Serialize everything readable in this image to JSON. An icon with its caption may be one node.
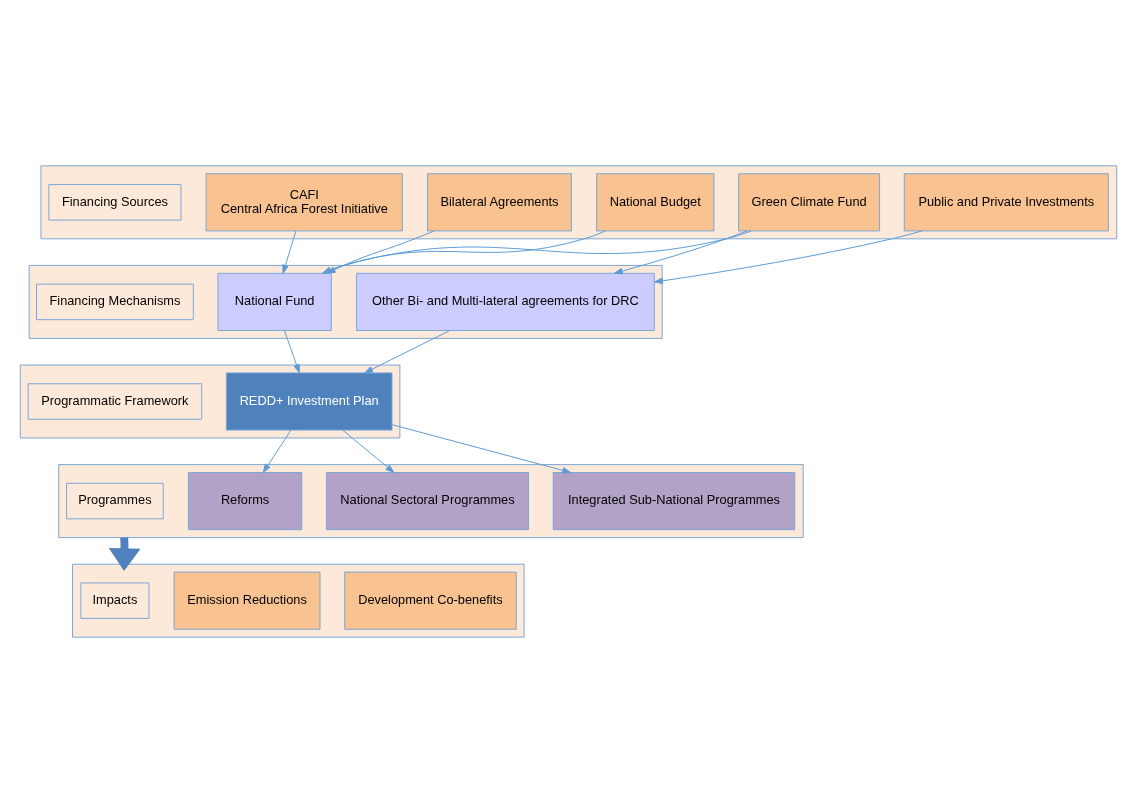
{
  "diagram": {
    "nodes": [
      {
        "text": [],
        "shape": "box"
      },
      {
        "text": [
          "Financing Sources"
        ],
        "in": 0
      },
      {
        "text": [
          "CAFI",
          "Central Africa Forest Initiative"
        ],
        "in": 0
      },
      {
        "text": [
          "Bilateral Agreements"
        ],
        "in": 0
      },
      {
        "text": [
          "National Budget"
        ],
        "in": 0
      },
      {
        "text": [
          "Green Climate Fund"
        ],
        "in": 0
      },
      {
        "text": [
          "Public and Private Investments"
        ],
        "in": 0
      },
      {
        "text": [],
        "shape": "box"
      },
      {
        "text": [
          "Financing Mechanisms"
        ],
        "in": 7
      },
      {
        "text": [
          "National Fund"
        ],
        "in": 7
      },
      {
        "text": [
          "Other Bi- and Multi-lateral agreements for DRC"
        ],
        "in": 7
      },
      {
        "text": [],
        "shape": "box"
      },
      {
        "text": [
          "Programmatic Framework"
        ],
        "in": 11
      },
      {
        "text": [
          "REDD+ Investment Plan"
        ],
        "in": 11
      },
      {
        "text": [],
        "shape": "box"
      },
      {
        "text": [
          "Programmes"
        ],
        "in": 14
      },
      {
        "text": [
          "Reforms"
        ],
        "in": 14
      },
      {
        "text": [
          "National Sectoral Programmes"
        ],
        "in": 14
      },
      {
        "text": [
          "Integrated Sub-National Programmes"
        ],
        "in": 14
      },
      {
        "text": [],
        "shape": "box"
      },
      {
        "text": [
          "Impacts"
        ],
        "in": 19
      },
      {
        "text": [
          "Emission Reductions"
        ],
        "in": 19
      },
      {
        "text": [
          "Development Co-benefits"
        ],
        "in": 19
      }
    ],
    "edges": [
      {
        "from": 2,
        "to": 9,
        "arrow": "to"
      },
      {
        "from": 3,
        "to": 9,
        "arrow": "to"
      },
      {
        "from": 4,
        "to": 9,
        "arrow": "to"
      },
      {
        "from": 5,
        "to": 9,
        "arrow": "to"
      },
      {
        "from": 5,
        "to": 10,
        "arrow": "to"
      },
      {
        "from": 6,
        "to": 10,
        "arrow": "to"
      },
      {
        "from": 9,
        "to": 13,
        "arrow": "to"
      },
      {
        "from": 10,
        "to": 13,
        "arrow": "to"
      },
      {
        "from": 13,
        "to": 16,
        "arrow": "to"
      },
      {
        "from": 13,
        "to": 17,
        "arrow": "to"
      },
      {
        "from": 13,
        "to": 18,
        "arrow": "to"
      },
      {
        "from": 14,
        "to": 19,
        "arrow": "to",
        "style": "thick"
      }
    ]
  }
}
